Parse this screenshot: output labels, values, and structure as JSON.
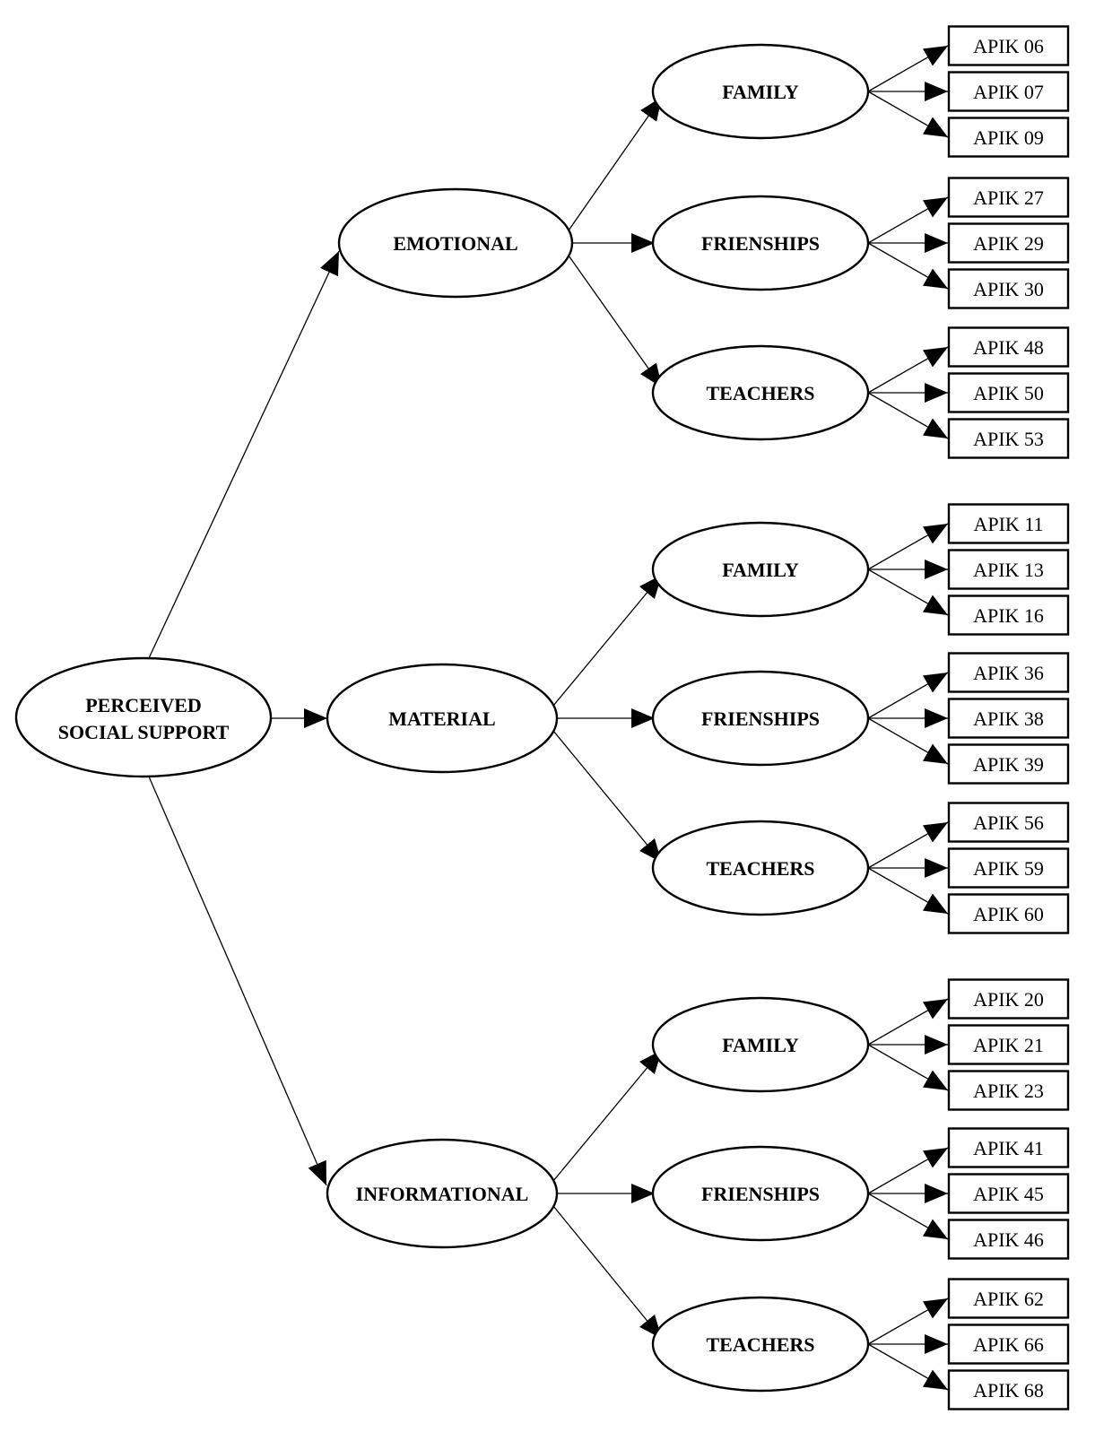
{
  "root": {
    "line1": "PERCEIVED",
    "line2": "SOCIAL SUPPORT"
  },
  "branches": [
    {
      "label": "EMOTIONAL",
      "groups": [
        {
          "label": "FAMILY",
          "items": [
            "APIK 06",
            "APIK 07",
            "APIK 09"
          ]
        },
        {
          "label": "FRIENSHIPS",
          "items": [
            "APIK 27",
            "APIK 29",
            "APIK 30"
          ]
        },
        {
          "label": "TEACHERS",
          "items": [
            "APIK 48",
            "APIK 50",
            "APIK 53"
          ]
        }
      ]
    },
    {
      "label": "MATERIAL",
      "groups": [
        {
          "label": "FAMILY",
          "items": [
            "APIK 11",
            "APIK 13",
            "APIK 16"
          ]
        },
        {
          "label": "FRIENSHIPS",
          "items": [
            "APIK 36",
            "APIK 38",
            "APIK 39"
          ]
        },
        {
          "label": "TEACHERS",
          "items": [
            "APIK 56",
            "APIK 59",
            "APIK 60"
          ]
        }
      ]
    },
    {
      "label": "INFORMATIONAL",
      "groups": [
        {
          "label": "FAMILY",
          "items": [
            "APIK 20",
            "APIK 21",
            "APIK 23"
          ]
        },
        {
          "label": "FRIENSHIPS",
          "items": [
            "APIK 41",
            "APIK 45",
            "APIK 46"
          ]
        },
        {
          "label": "TEACHERS",
          "items": [
            "APIK 62",
            "APIK 66",
            "APIK 68"
          ]
        }
      ]
    }
  ]
}
